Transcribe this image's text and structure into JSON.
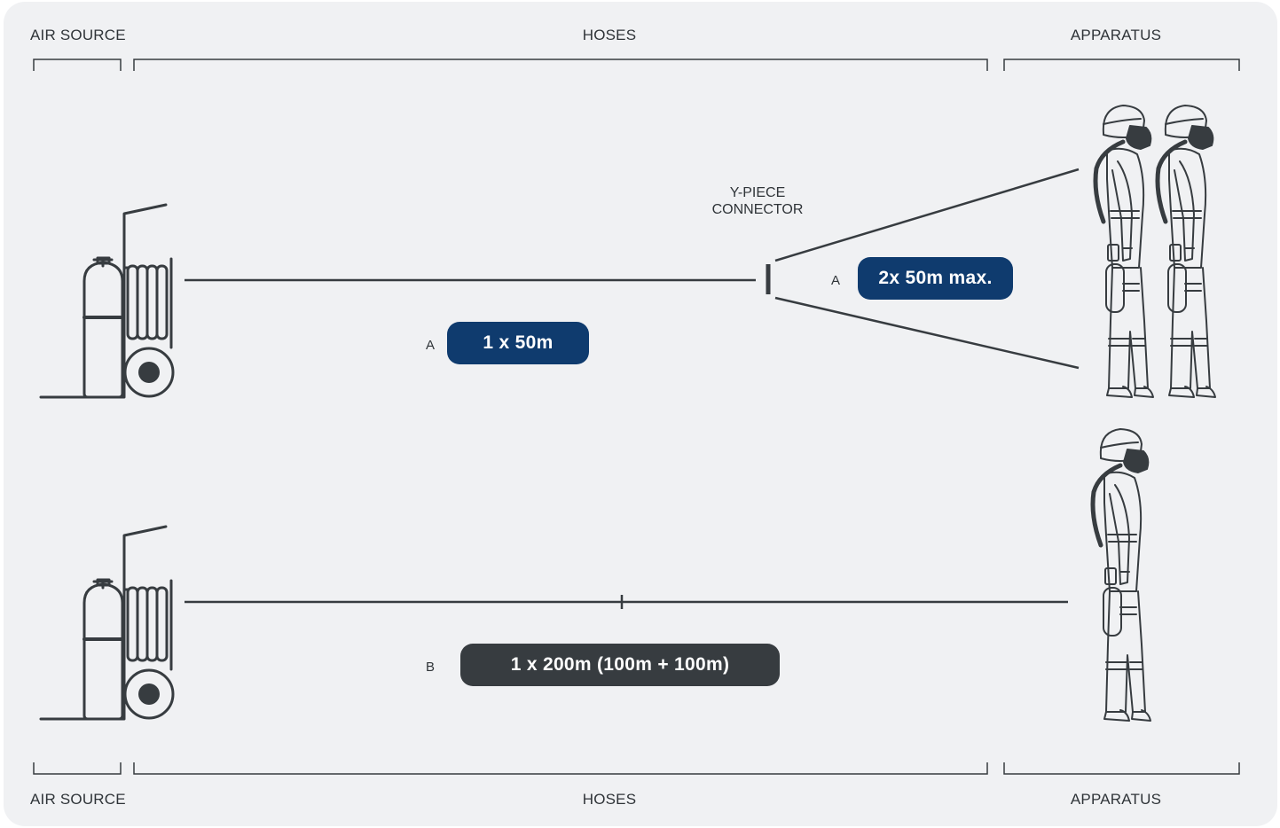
{
  "sections": {
    "top": {
      "air_source": "AIR SOURCE",
      "hoses": "HOSES",
      "apparatus": "APPARATUS"
    },
    "bottom": {
      "air_source": "AIR SOURCE",
      "hoses": "HOSES",
      "apparatus": "APPARATUS"
    }
  },
  "config_a": {
    "letter_main": "A",
    "hose_main": "1 x 50m",
    "connector_line1": "Y-PIECE",
    "connector_line2": "CONNECTOR",
    "letter_branch": "A",
    "hose_branch": "2x 50m max."
  },
  "config_b": {
    "letter": "B",
    "hose": "1 x 200m (100m + 100m)"
  },
  "colors": {
    "background": "#f0f1f3",
    "line": "#373c40",
    "pill_blue": "#0f3b6e",
    "pill_dark": "#373c40"
  },
  "icons": [
    "air-trolley-icon",
    "breathing-apparatus-wearer-icon",
    "y-piece-connector-icon"
  ]
}
